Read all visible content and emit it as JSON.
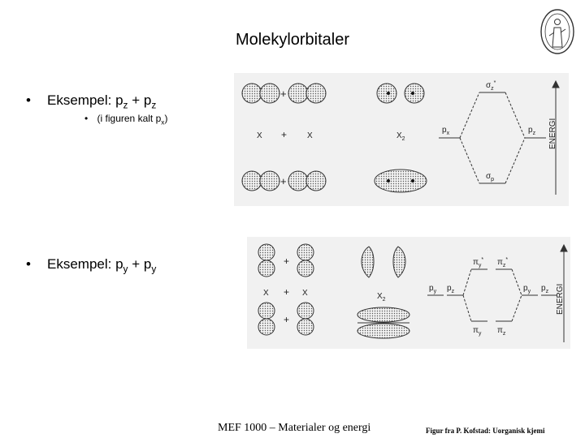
{
  "slide": {
    "title": "Molekylorbitaler",
    "bullet_symbol": "•",
    "sub_bullet_symbol": "•"
  },
  "bullets": [
    {
      "prefix": "Eksempel: p",
      "sub1": "z",
      "mid": " + p",
      "sub2": "z"
    },
    {
      "prefix": "Eksempel: p",
      "sub1": "y",
      "mid": " + p",
      "sub2": "y"
    }
  ],
  "sub_bullet": {
    "prefix": "(i figuren kalt p",
    "sub": "x",
    "suffix": ")"
  },
  "figure1": {
    "sigma_star": "σ",
    "sigma_star_sub": "z",
    "sigma_star_sup": "*",
    "sigma": "σ",
    "sigma_sub": "p",
    "px_left": "p",
    "px_left_sub": "x",
    "pz_right": "p",
    "pz_right_sub": "z",
    "energy": "ENERGI",
    "x": "X",
    "plus": "+",
    "x2": "X",
    "x2_sub": "2"
  },
  "figure2": {
    "pi_star_y": "π",
    "pi_star_y_sub": "y",
    "pi_star_z": "π",
    "pi_star_z_sub": "z",
    "star": "*",
    "pi_y": "π",
    "pi_y_sub": "y",
    "pi_z": "π",
    "pi_z_sub": "z",
    "left_py": "p",
    "left_py_sub": "y",
    "left_pz": "p",
    "left_pz_sub": "z",
    "right_py": "p",
    "right_py_sub": "y",
    "right_pz": "p",
    "right_pz_sub": "z",
    "energy": "ENERGI",
    "x": "X",
    "plus": "+",
    "x2": "X",
    "x2_sub": "2"
  },
  "footer": {
    "course": "MEF 1000 – Materialer og energi",
    "credit": "Figur fra P. Kofstad: Uorganisk kjemi"
  },
  "colors": {
    "background": "#ffffff",
    "panel": "#f1f1f1",
    "ink": "#222222"
  }
}
